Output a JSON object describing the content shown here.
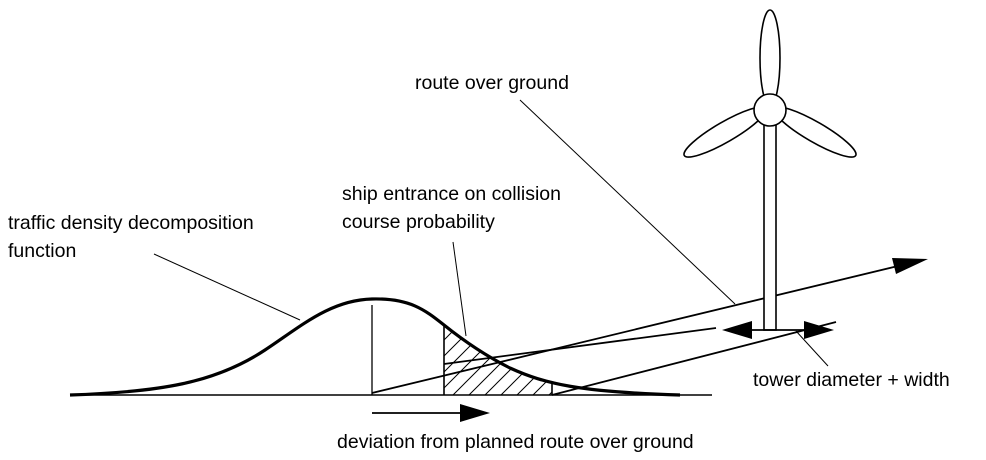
{
  "labels": {
    "route_over_ground": "route over ground",
    "traffic_density_line1": "traffic density decomposition",
    "traffic_density_line2": "function",
    "ship_entrance_line1": "ship entrance on collision",
    "ship_entrance_line2": "course probability",
    "tower_diameter": "tower diameter + width",
    "deviation": "deviation from planned route over ground"
  },
  "colors": {
    "stroke": "#000000",
    "background": "#ffffff"
  },
  "icons": {
    "turbine": "wind-turbine-icon",
    "arrows": "arrowhead-icon"
  }
}
